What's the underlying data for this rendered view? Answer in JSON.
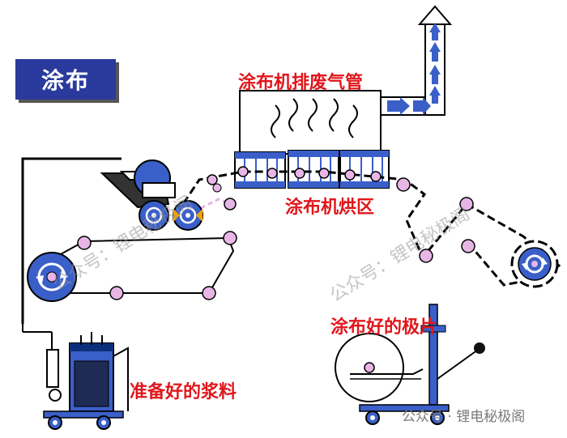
{
  "title": "涂布",
  "labels": {
    "exhaust_pipe": "涂布机排废气管",
    "drying_zone": "涂布机烘区",
    "finished_electrode": "涂布好的极片",
    "prepared_slurry": "准备好的浆料"
  },
  "watermarks": {
    "diagonal_1": "公众号：锂电秘极阁",
    "diagonal_2": "公众号：锂电秘极阁",
    "bottom_right": "公众号 · 锂电秘极阁"
  },
  "colors": {
    "machine_blue": "#3a5fc8",
    "title_blue": "#2a3a9c",
    "label_red": "#e0161b",
    "roller_pink": "#e7b6e6"
  }
}
